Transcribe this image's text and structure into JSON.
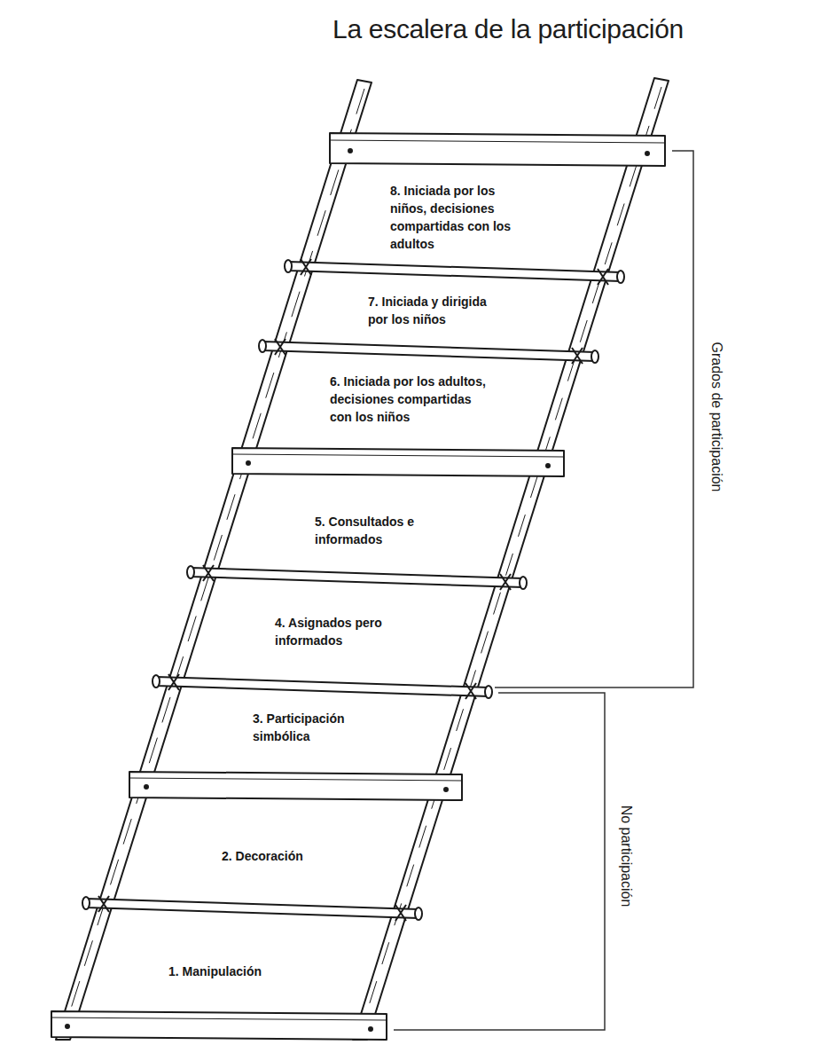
{
  "diagram": {
    "title": "La escalera de la participación",
    "labels": [
      "8. Iniciada por los niños, decisiones compartidas con los adultos",
      "7. Iniciada y dirigida por los niños",
      "6. Iniciada por los adultos, decisiones compartidas con los niños",
      "Grados de participación",
      "5. Consultados e informados",
      "4. Asignados pero informados",
      "3. Participación simbólica",
      "No participación",
      "2. Decoración",
      "1. Manipulación"
    ]
  }
}
